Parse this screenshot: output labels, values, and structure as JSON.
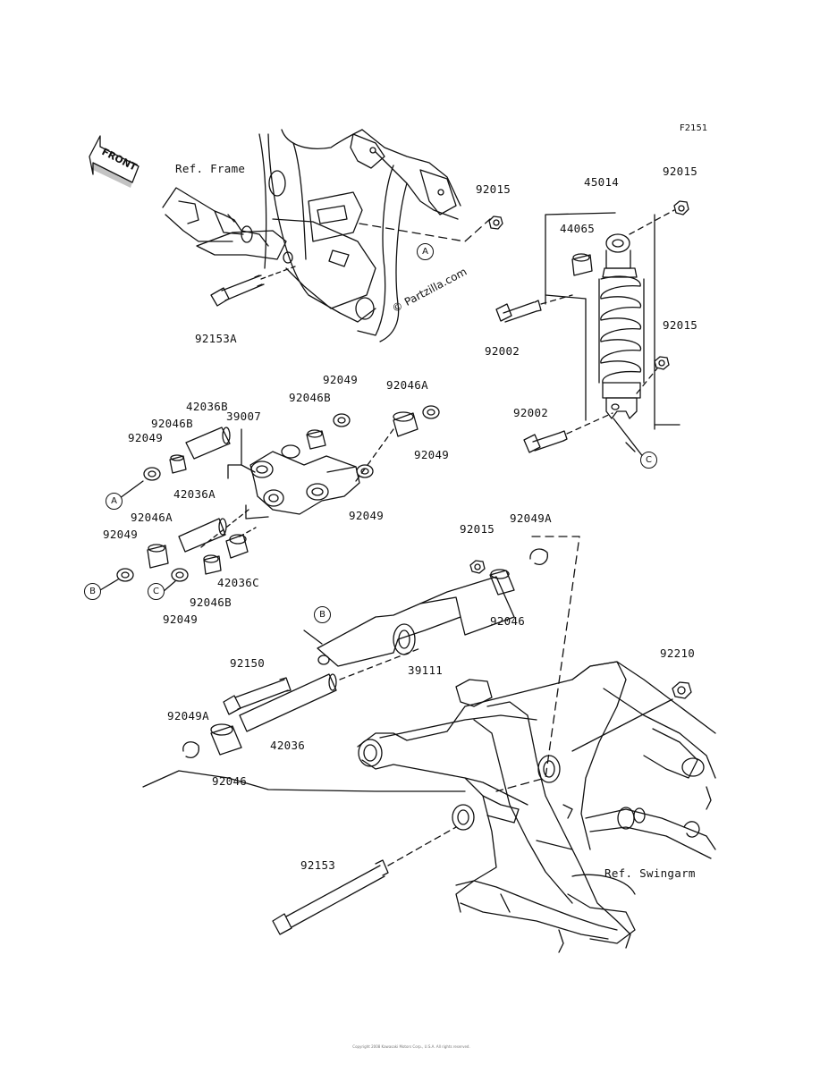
{
  "figure_code": "F2151",
  "front_label": "FRONT",
  "watermark": "© Partzilla.com",
  "refs": {
    "frame": "Ref. Frame",
    "swingarm": "Ref. Swingarm"
  },
  "callouts": {
    "a": "A",
    "b": "B",
    "c": "C"
  },
  "parts": {
    "p92015_top": "92015",
    "p45014": "45014",
    "p92015_tr": "92015",
    "p44065": "44065",
    "p92002_top": "92002",
    "p92153A": "92153A",
    "p92015_mid": "92015",
    "p92002_mid": "92002",
    "p42036B": "42036B",
    "p39007": "39007",
    "p92046B_a": "92046B",
    "p92049_a": "92049",
    "p92046A_a": "92046A",
    "p92046B_b": "92046B",
    "p92049_b": "92049",
    "p92049_c": "92049",
    "p42036A": "42036A",
    "p92049_d": "92049",
    "p92046A_b": "92046A",
    "p92049_e": "92049",
    "p42036C": "42036C",
    "p92046B_c": "92046B",
    "p92049_f": "92049",
    "p92015_low": "92015",
    "p92049A_a": "92049A",
    "p92046_a": "92046",
    "p39111": "39111",
    "p92150": "92150",
    "p92049A_b": "92049A",
    "p42036": "42036",
    "p92046_b": "92046",
    "p92210": "92210",
    "p92153": "92153"
  },
  "copyright": "Copyright 2008 Kawasaki Motors Corp., U.S.A. All rights reserved."
}
